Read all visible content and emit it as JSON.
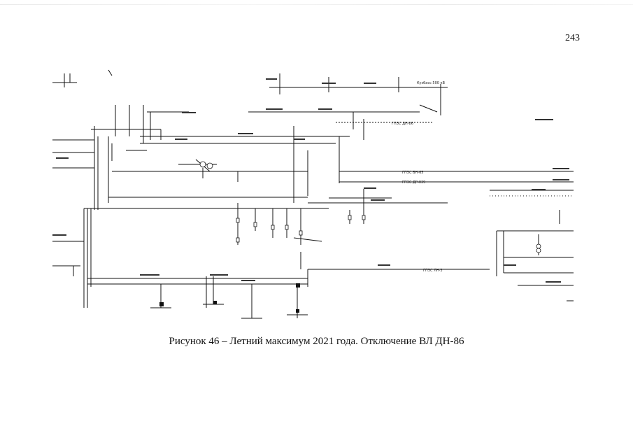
{
  "page": {
    "number": "243"
  },
  "caption": {
    "prefix": "Рисунок 46 – ",
    "text": "Летний максимум 2021 года. Отключение ВЛ ДН-86"
  },
  "diagram": {
    "labels": {
      "kuzbass": "Кузбасс 500 кВ",
      "gpz_dn86": "ГПЗС ДН-86",
      "gpz_bn65": "ГПЗС БН-65",
      "gpz_dp039": "ГПЗС ДР-039",
      "gpz_ln3": "ГПЗС ЛН-3"
    }
  }
}
